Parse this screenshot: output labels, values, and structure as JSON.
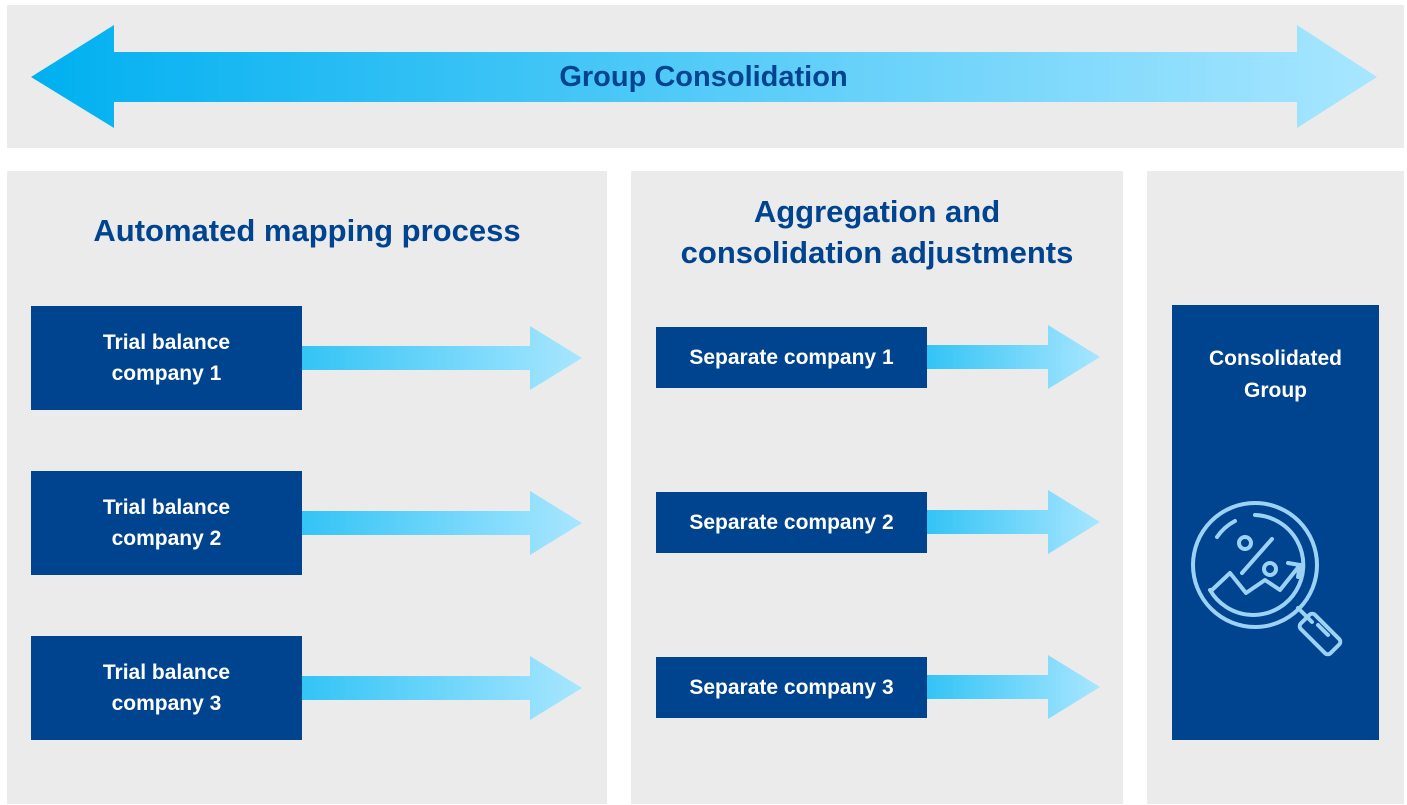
{
  "colors": {
    "panel": "#ebebeb",
    "dark_blue": "#00438f",
    "arrow_start": "#00b0f0",
    "arrow_end": "#a8e6ff",
    "icon_stroke": "#9cd3f5"
  },
  "banner": {
    "title": "Group Consolidation"
  },
  "mapping": {
    "heading": "Automated mapping process",
    "boxes": [
      {
        "line1": "Trial balance",
        "line2": "company 1"
      },
      {
        "line1": "Trial balance",
        "line2": "company 2"
      },
      {
        "line1": "Trial balance",
        "line2": "company 3"
      }
    ]
  },
  "aggregation": {
    "heading_line1": "Aggregation and",
    "heading_line2": "consolidation adjustments",
    "boxes": [
      {
        "label": "Separate company 1"
      },
      {
        "label": "Separate company 2"
      },
      {
        "label": "Separate company 3"
      }
    ]
  },
  "result": {
    "line1": "Consolidated",
    "line2": "Group",
    "icon": "magnifier-percent-chart-icon"
  }
}
